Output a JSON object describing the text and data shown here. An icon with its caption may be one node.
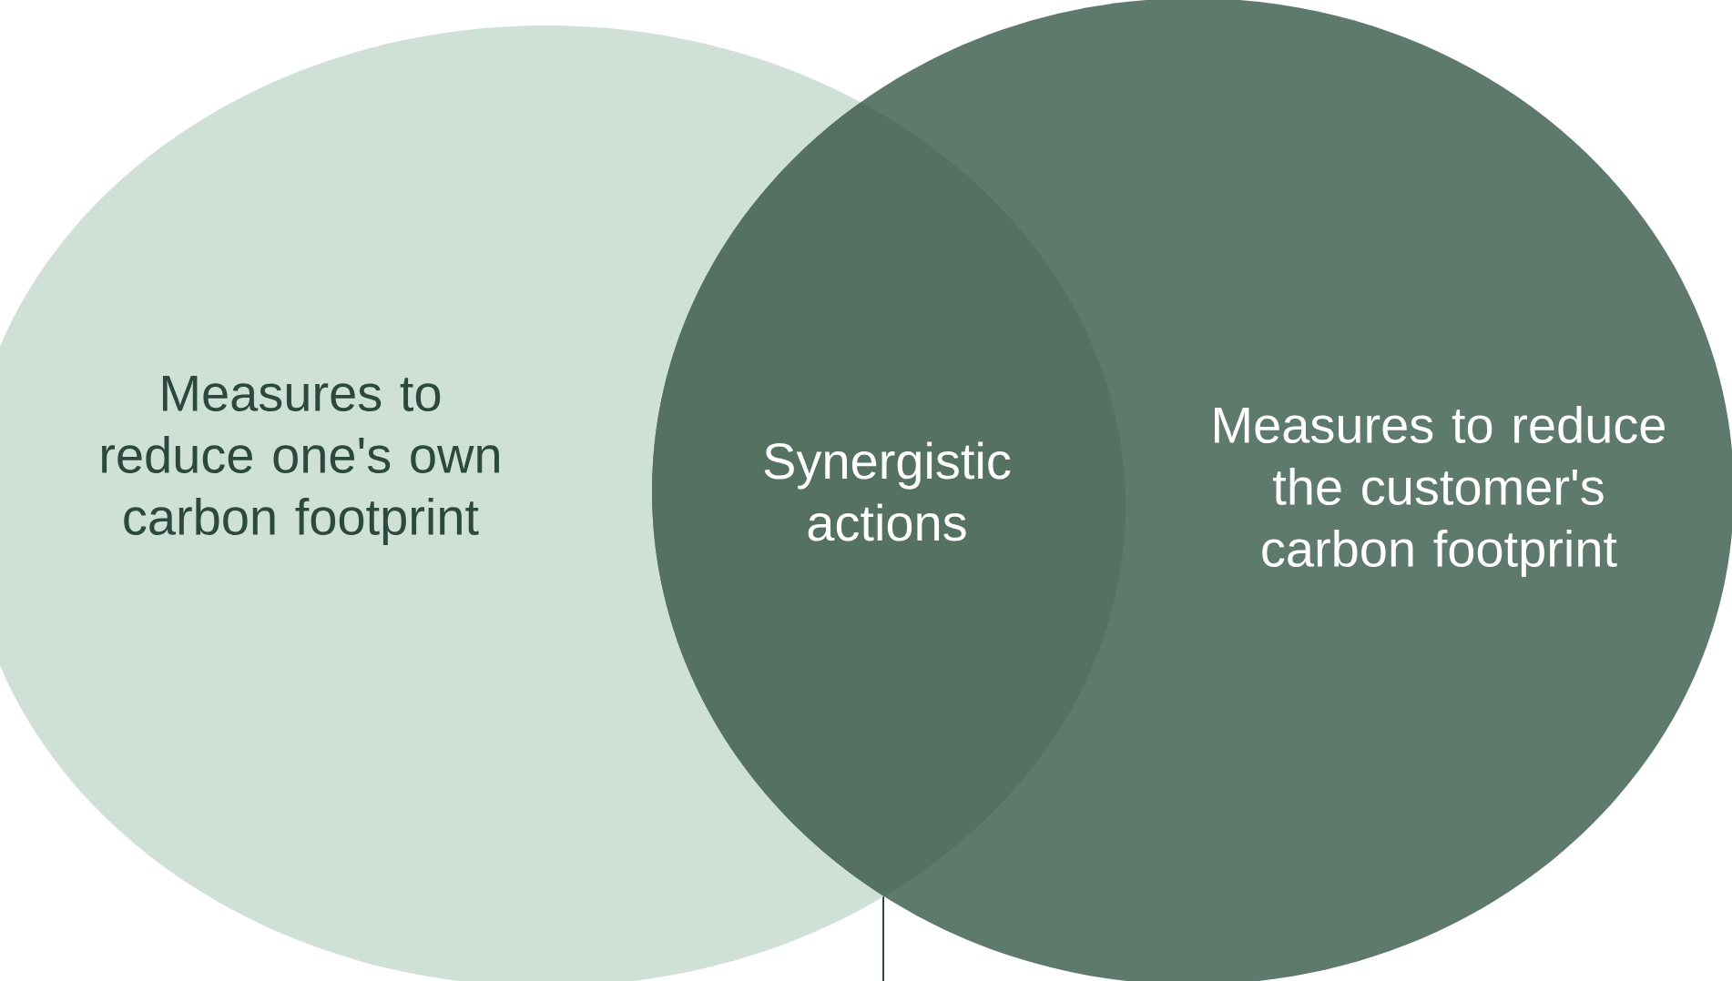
{
  "diagram": {
    "nodes": [
      {
        "text": [
          "Measures to reduce one's own carbon footprint"
        ]
      },
      {
        "text": [
          "Measures to reduce the customer's carbon footprint"
        ]
      }
    ],
    "edges": [],
    "labels": [
      "Synergistic actions"
    ]
  }
}
